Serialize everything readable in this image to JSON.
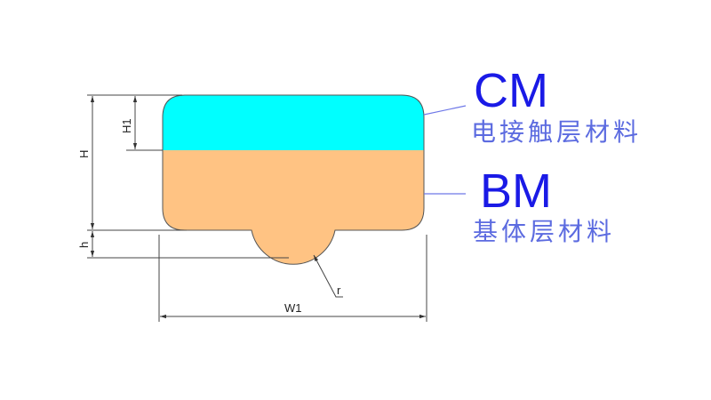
{
  "diagram": {
    "dimensions": {
      "H": "H",
      "H1": "H1",
      "h": "h",
      "W1": "W1",
      "r": "r"
    },
    "layers": [
      {
        "code": "CM",
        "name": "电接触层材料",
        "color": "#00FFFF"
      },
      {
        "code": "BM",
        "name": "基体层材料",
        "color": "#FFC383"
      }
    ],
    "label_color": "#1A1AE6",
    "sublabel_color": "#5C6BE0",
    "leader_color": "#6E78E8"
  }
}
